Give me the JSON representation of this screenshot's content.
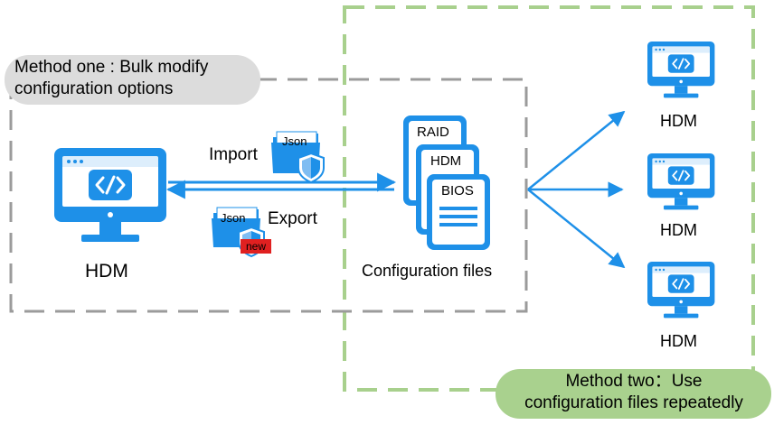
{
  "method_one": {
    "line1": "Method one : Bulk modify",
    "line2": "configuration options"
  },
  "method_two": {
    "line1": "Method two：Use",
    "line2": "configuration files repeatedly"
  },
  "source_monitor": {
    "label": "HDM"
  },
  "import": {
    "label": "Import",
    "folder_tag": "Json"
  },
  "export": {
    "label": "Export",
    "folder_tag": "Json",
    "badge": "new"
  },
  "config_files": {
    "label": "Configuration files",
    "cards": [
      "RAID",
      "HDM",
      "BIOS"
    ]
  },
  "targets": [
    {
      "label": "HDM"
    },
    {
      "label": "HDM"
    },
    {
      "label": "HDM"
    }
  ],
  "colors": {
    "blue": "#1E90E8",
    "gray_dash": "#9B9B9B",
    "green_dash": "#A8D08D",
    "gray_pill": "#DCDCDC",
    "green_pill": "#A9D18E",
    "badge_red": "#E02020"
  }
}
